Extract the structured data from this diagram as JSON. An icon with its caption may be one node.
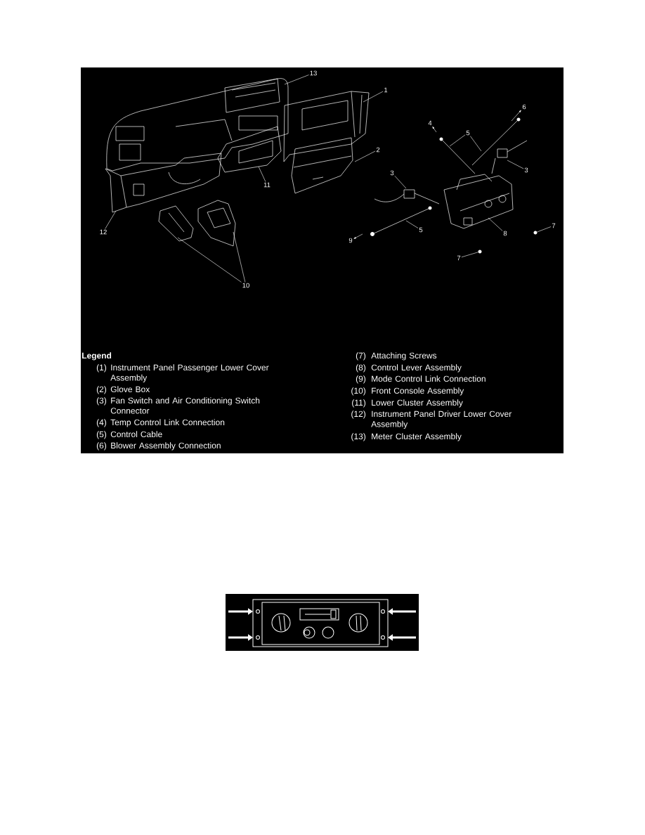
{
  "diagram": {
    "nodes": [
      {
        "text": [
          "13"
        ]
      },
      {
        "text": [
          "1"
        ]
      },
      {
        "text": [
          "6"
        ]
      },
      {
        "text": [
          "4"
        ]
      },
      {
        "text": [
          "5"
        ]
      },
      {
        "text": [
          "2"
        ]
      },
      {
        "text": [
          "3"
        ]
      },
      {
        "text": [
          "3"
        ]
      },
      {
        "text": [
          "11"
        ]
      },
      {
        "text": [
          "12"
        ]
      },
      {
        "text": [
          "5"
        ]
      },
      {
        "text": [
          "8"
        ]
      },
      {
        "text": [
          "7"
        ]
      },
      {
        "text": [
          "9"
        ]
      },
      {
        "text": [
          "7"
        ]
      },
      {
        "text": [
          "10"
        ]
      },
      {
        "text": [],
        "shape": "circle"
      },
      {
        "text": [],
        "shape": "circle"
      }
    ],
    "edges": [
      {
        "from": 0,
        "to": null,
        "arrow": "none"
      },
      {
        "from": 1,
        "to": null,
        "arrow": "none"
      },
      {
        "from": null,
        "to": 2,
        "arrow": "to"
      },
      {
        "from": null,
        "to": 3,
        "arrow": "to"
      },
      {
        "from": 4,
        "to": null,
        "arrow": "none"
      },
      {
        "from": 4,
        "to": null,
        "arrow": "none"
      },
      {
        "from": 5,
        "to": null,
        "arrow": "none"
      },
      {
        "from": 6,
        "to": null,
        "arrow": "none"
      },
      {
        "from": 7,
        "to": null,
        "arrow": "none"
      },
      {
        "from": 8,
        "to": null,
        "arrow": "none"
      },
      {
        "from": 9,
        "to": null,
        "arrow": "none"
      },
      {
        "from": 10,
        "to": null,
        "arrow": "none"
      },
      {
        "from": 11,
        "to": null,
        "arrow": "none"
      },
      {
        "from": 12,
        "to": 16,
        "arrow": "none"
      },
      {
        "from": null,
        "to": 13,
        "arrow": "to"
      },
      {
        "from": 14,
        "to": 17,
        "arrow": "none"
      },
      {
        "from": 15,
        "to": null,
        "arrow": "none"
      },
      {
        "from": 15,
        "to": null,
        "arrow": "none"
      }
    ],
    "labels": [
      "Legend",
      "(1)",
      "Instrument Panel Passenger Lower Cover Assembly",
      "(2)",
      "Glove Box",
      "(3)",
      "Fan Switch and Air Conditioning Switch Connector",
      "(4)",
      "Temp Control Link Connection",
      "(5)",
      "Control Cable",
      "(6)",
      "Blower Assembly Connection",
      "(7)",
      "Attaching Screws",
      "(8)",
      "Control Lever Assembly",
      "(9)",
      "Mode Control Link Connection",
      "(10)",
      "Front Console Assembly",
      "(11)",
      "Lower Cluster Assembly",
      "(12)",
      "Instrument Panel Driver Lower Cover Assembly",
      "(13)",
      "Meter Cluster Assembly"
    ]
  }
}
